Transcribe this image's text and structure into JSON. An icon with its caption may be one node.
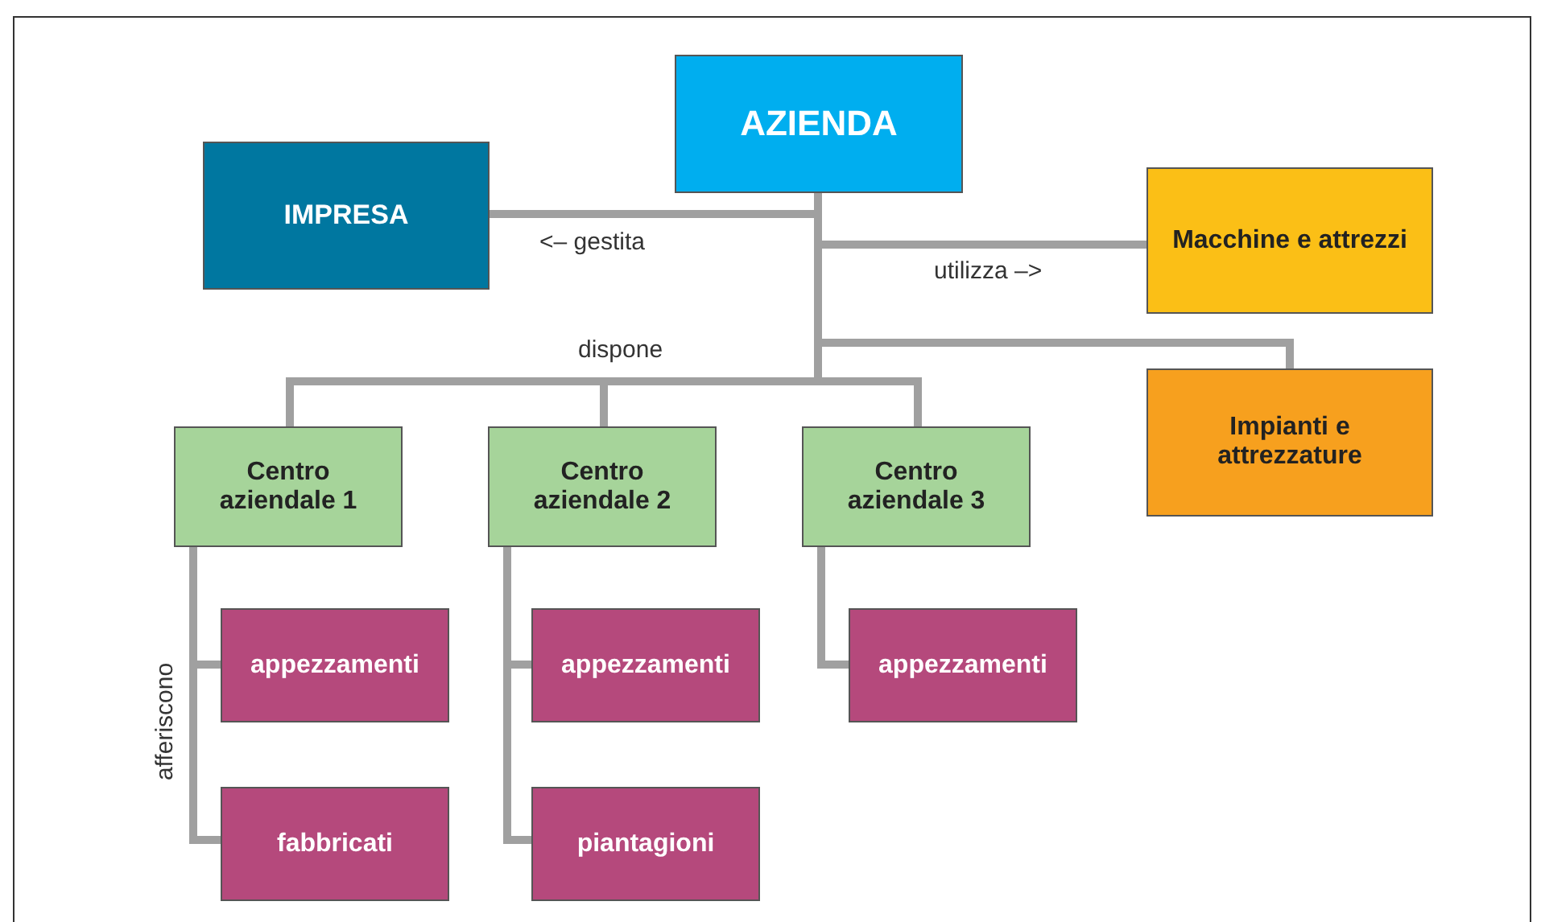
{
  "diagram": {
    "nodes": [
      {
        "text": [
          "AZIENDA"
        ]
      },
      {
        "text": [
          "IMPRESA"
        ]
      },
      {
        "text": [
          "Macchine e attrezzi"
        ]
      },
      {
        "text": [
          "Impianti e attrezzature"
        ]
      },
      {
        "text": [
          "Centro aziendale 1"
        ]
      },
      {
        "text": [
          "Centro aziendale 2"
        ]
      },
      {
        "text": [
          "Centro aziendale 3"
        ]
      },
      {
        "text": [
          "appezzamenti"
        ]
      },
      {
        "text": [
          "fabbricati"
        ]
      },
      {
        "text": [
          "appezzamenti"
        ]
      },
      {
        "text": [
          "piantagioni"
        ]
      },
      {
        "text": [
          "appezzamenti"
        ]
      }
    ],
    "edges": [
      {
        "from": 0,
        "to": 1,
        "arrow": "none",
        "label": "<– gestita"
      },
      {
        "from": 0,
        "to": 2,
        "arrow": "none",
        "label": "utilizza –>"
      },
      {
        "from": 0,
        "to": 3,
        "arrow": "none"
      },
      {
        "from": 0,
        "to": 4,
        "arrow": "none"
      },
      {
        "from": 0,
        "to": 5,
        "arrow": "none"
      },
      {
        "from": 0,
        "to": 6,
        "arrow": "none"
      },
      {
        "from": 4,
        "to": 7,
        "arrow": "none"
      },
      {
        "from": 4,
        "to": 8,
        "arrow": "none"
      },
      {
        "from": 5,
        "to": 9,
        "arrow": "none"
      },
      {
        "from": 5,
        "to": 10,
        "arrow": "none"
      },
      {
        "from": 6,
        "to": 11,
        "arrow": "none"
      }
    ],
    "labels": [
      "dispone",
      "afferiscono"
    ]
  }
}
